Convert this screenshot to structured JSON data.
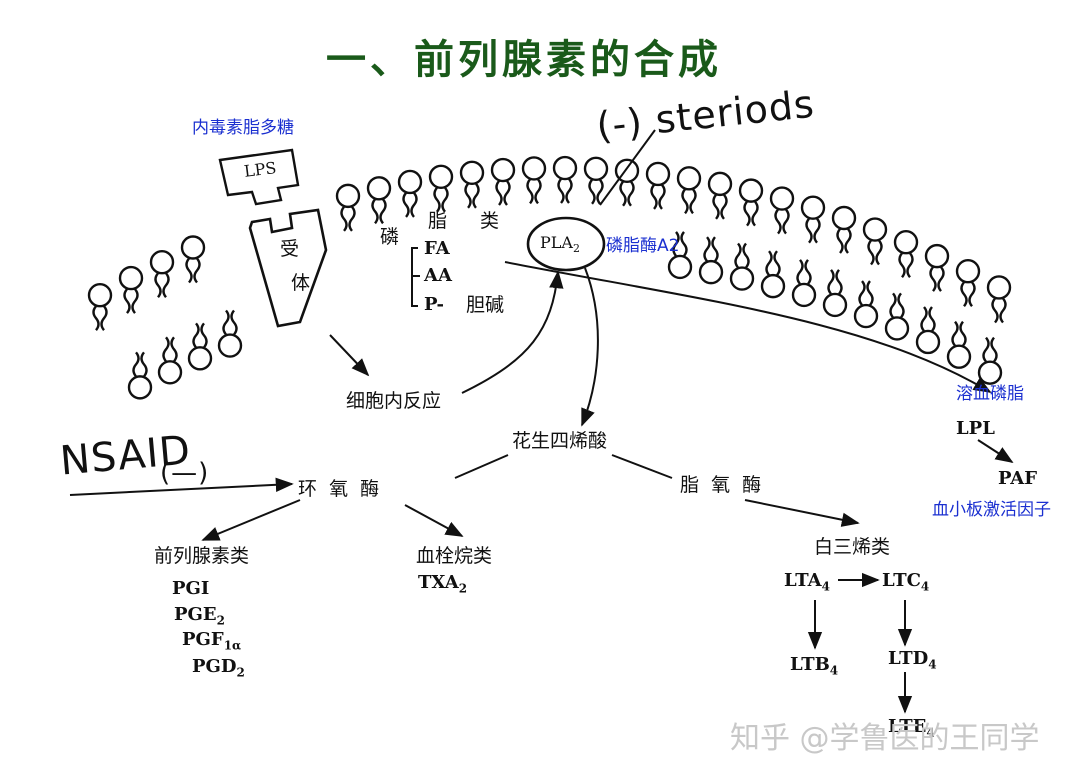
{
  "title": "一、前列腺素的合成",
  "lps_label": "内毒素脂多糖",
  "lps_box": "LPS",
  "receptor": [
    "受",
    "体"
  ],
  "phospholipid": [
    "磷",
    "脂",
    "类"
  ],
  "bracket_items": [
    "FA",
    "AA",
    "P-"
  ],
  "choline": "胆碱",
  "pla2": "PLA",
  "pla2_sub": "2",
  "pla2_label": "磷脂酶A2",
  "steroids_note": "(-) steriods",
  "intracellular": "细胞内反应",
  "arachidonic": "花生四烯酸",
  "nsaid": "NSAID",
  "nsaid_inhibit": "(—)",
  "cox": "环  氧  酶",
  "lox": "脂  氧  酶",
  "prostaglandins": {
    "heading": "前列腺素类",
    "items": [
      "PGI",
      "PGE",
      "PGF",
      "PGD"
    ],
    "subs": [
      "",
      "2",
      "1α",
      "2"
    ]
  },
  "thromboxanes": {
    "heading": "血栓烷类",
    "item": "TXA",
    "sub": "2"
  },
  "leukotrienes": {
    "heading": "白三烯类",
    "lta": "LTA",
    "ltc": "LTC",
    "ltb": "LTB",
    "ltd": "LTD",
    "lte": "LTE",
    "sub": "4"
  },
  "lysophospholipid": "溶血磷脂",
  "lpl": "LPL",
  "paf": "PAF",
  "paf_label": "血小板激活因子",
  "watermark": "知乎 @学鲁医的王同学",
  "colors": {
    "title": "#1a5a1a",
    "blue_label": "#1a2fd0",
    "ink": "#111111",
    "watermark": "#c8c8c8"
  }
}
